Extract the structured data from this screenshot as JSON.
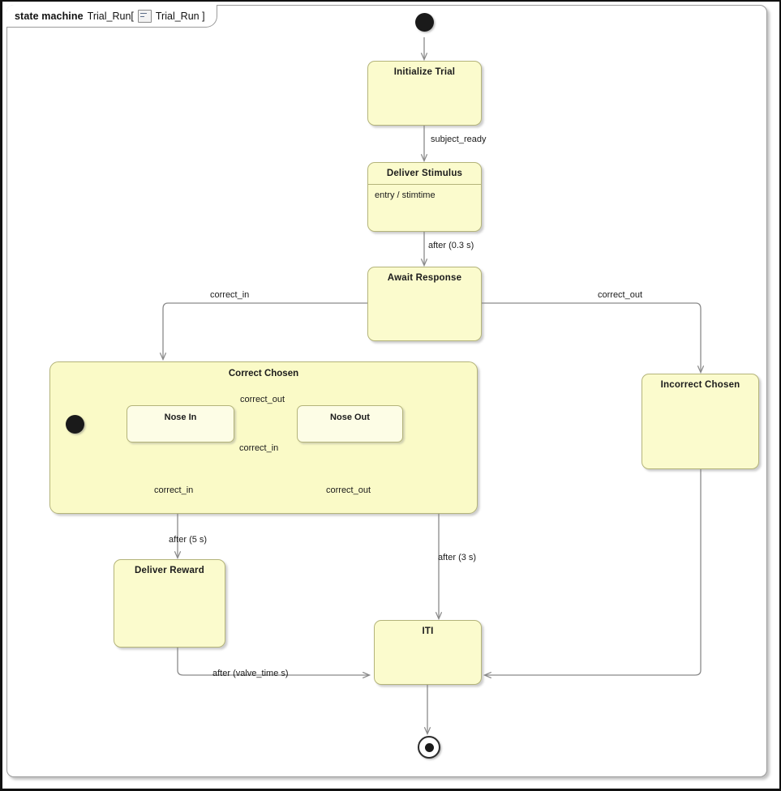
{
  "frame": {
    "keyword": "state machine",
    "name": "Trial_Run[",
    "icon": "state-machine-diagram-icon",
    "qualifier": "Trial_Run ]"
  },
  "colors": {
    "state_fill": "#FBFBCD",
    "state_border": "#B4B47A",
    "composite_fill": "#FAFAC7",
    "substate_fill": "#FDFDE6",
    "connector": "#8A8A8A",
    "text": "#1B1B1B",
    "frame_border": "#9B9B9B",
    "canvas": "#FFFFFF"
  },
  "nodes": {
    "initial": {
      "name": "initial-pseudostate"
    },
    "initialize_trial": {
      "title": "Initialize Trial"
    },
    "deliver_stimulus": {
      "title": "Deliver Stimulus",
      "entry": "entry / stimtime"
    },
    "await_response": {
      "title": "Await Response"
    },
    "correct_chosen": {
      "title": "Correct Chosen"
    },
    "correct_initial": {
      "name": "correct-chosen-initial-pseudostate"
    },
    "nose_in": {
      "title": "Nose In"
    },
    "nose_out": {
      "title": "Nose Out"
    },
    "incorrect_chosen": {
      "title": "Incorrect Chosen"
    },
    "deliver_reward": {
      "title": "Deliver Reward"
    },
    "iti": {
      "title": "ITI"
    },
    "final": {
      "name": "final-state"
    }
  },
  "transitions": {
    "init_to_initialize": {
      "label": ""
    },
    "initialize_to_stimulus": {
      "label": "subject_ready"
    },
    "stimulus_to_await": {
      "label": "after (0.3 s)"
    },
    "await_to_correct": {
      "label": "correct_in"
    },
    "await_to_incorrect": {
      "label": "correct_out"
    },
    "nosein_to_noseout": {
      "label": "correct_out"
    },
    "noseout_to_nosein": {
      "label": "correct_in"
    },
    "nosein_self": {
      "label": "correct_in"
    },
    "noseout_self": {
      "label": "correct_out"
    },
    "correct_to_reward": {
      "label": "after (5 s)"
    },
    "noseout_to_iti": {
      "label": "after (3 s)"
    },
    "reward_to_iti": {
      "label": "after (valve_time s)"
    },
    "incorrect_to_iti": {
      "label": ""
    },
    "iti_to_final": {
      "label": ""
    }
  }
}
